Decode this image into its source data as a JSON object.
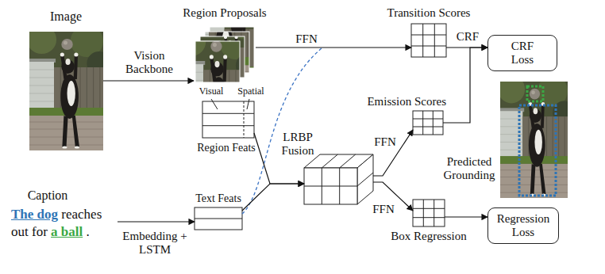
{
  "diagram": {
    "nodes": [
      {
        "text": [
          "Image"
        ]
      },
      {
        "text": [
          "Region Proposals"
        ]
      },
      {
        "text": [
          "Visual",
          "Spatial",
          "Region Feats"
        ]
      },
      {
        "text": [
          "Caption",
          "The dog",
          "reaches out for",
          "a ball",
          "."
        ]
      },
      {
        "text": [
          "Text Feats"
        ]
      },
      {
        "text": [
          "LRBP Fusion"
        ]
      },
      {
        "text": [
          "Transition Scores"
        ]
      },
      {
        "text": [
          "Emission Scores"
        ]
      },
      {
        "text": [
          "Box Regression"
        ]
      },
      {
        "text": [
          "CRF Loss"
        ]
      },
      {
        "text": [
          "Predicted Grounding"
        ]
      },
      {
        "text": [
          "Regression Loss"
        ]
      }
    ],
    "edges": [
      {
        "from": 0,
        "to": 1,
        "arrow": "to",
        "label": "Vision Backbone"
      },
      {
        "from": 1,
        "to": 6,
        "arrow": "to",
        "label": "FFN"
      },
      {
        "from": 2,
        "to": 5,
        "arrow": "to"
      },
      {
        "from": 4,
        "to": 5,
        "arrow": "to"
      },
      {
        "from": 3,
        "to": 4,
        "arrow": "to",
        "label": "Embedding + LSTM"
      },
      {
        "from": 5,
        "to": 7,
        "arrow": "to",
        "label": "FFN"
      },
      {
        "from": 5,
        "to": 8,
        "arrow": "to",
        "label": "FFN"
      },
      {
        "from": 6,
        "to": 9,
        "arrow": "to",
        "label": "CRF"
      },
      {
        "from": 7,
        "to": 9,
        "arrow": "to"
      },
      {
        "from": 8,
        "to": 11,
        "arrow": "to"
      }
    ]
  }
}
